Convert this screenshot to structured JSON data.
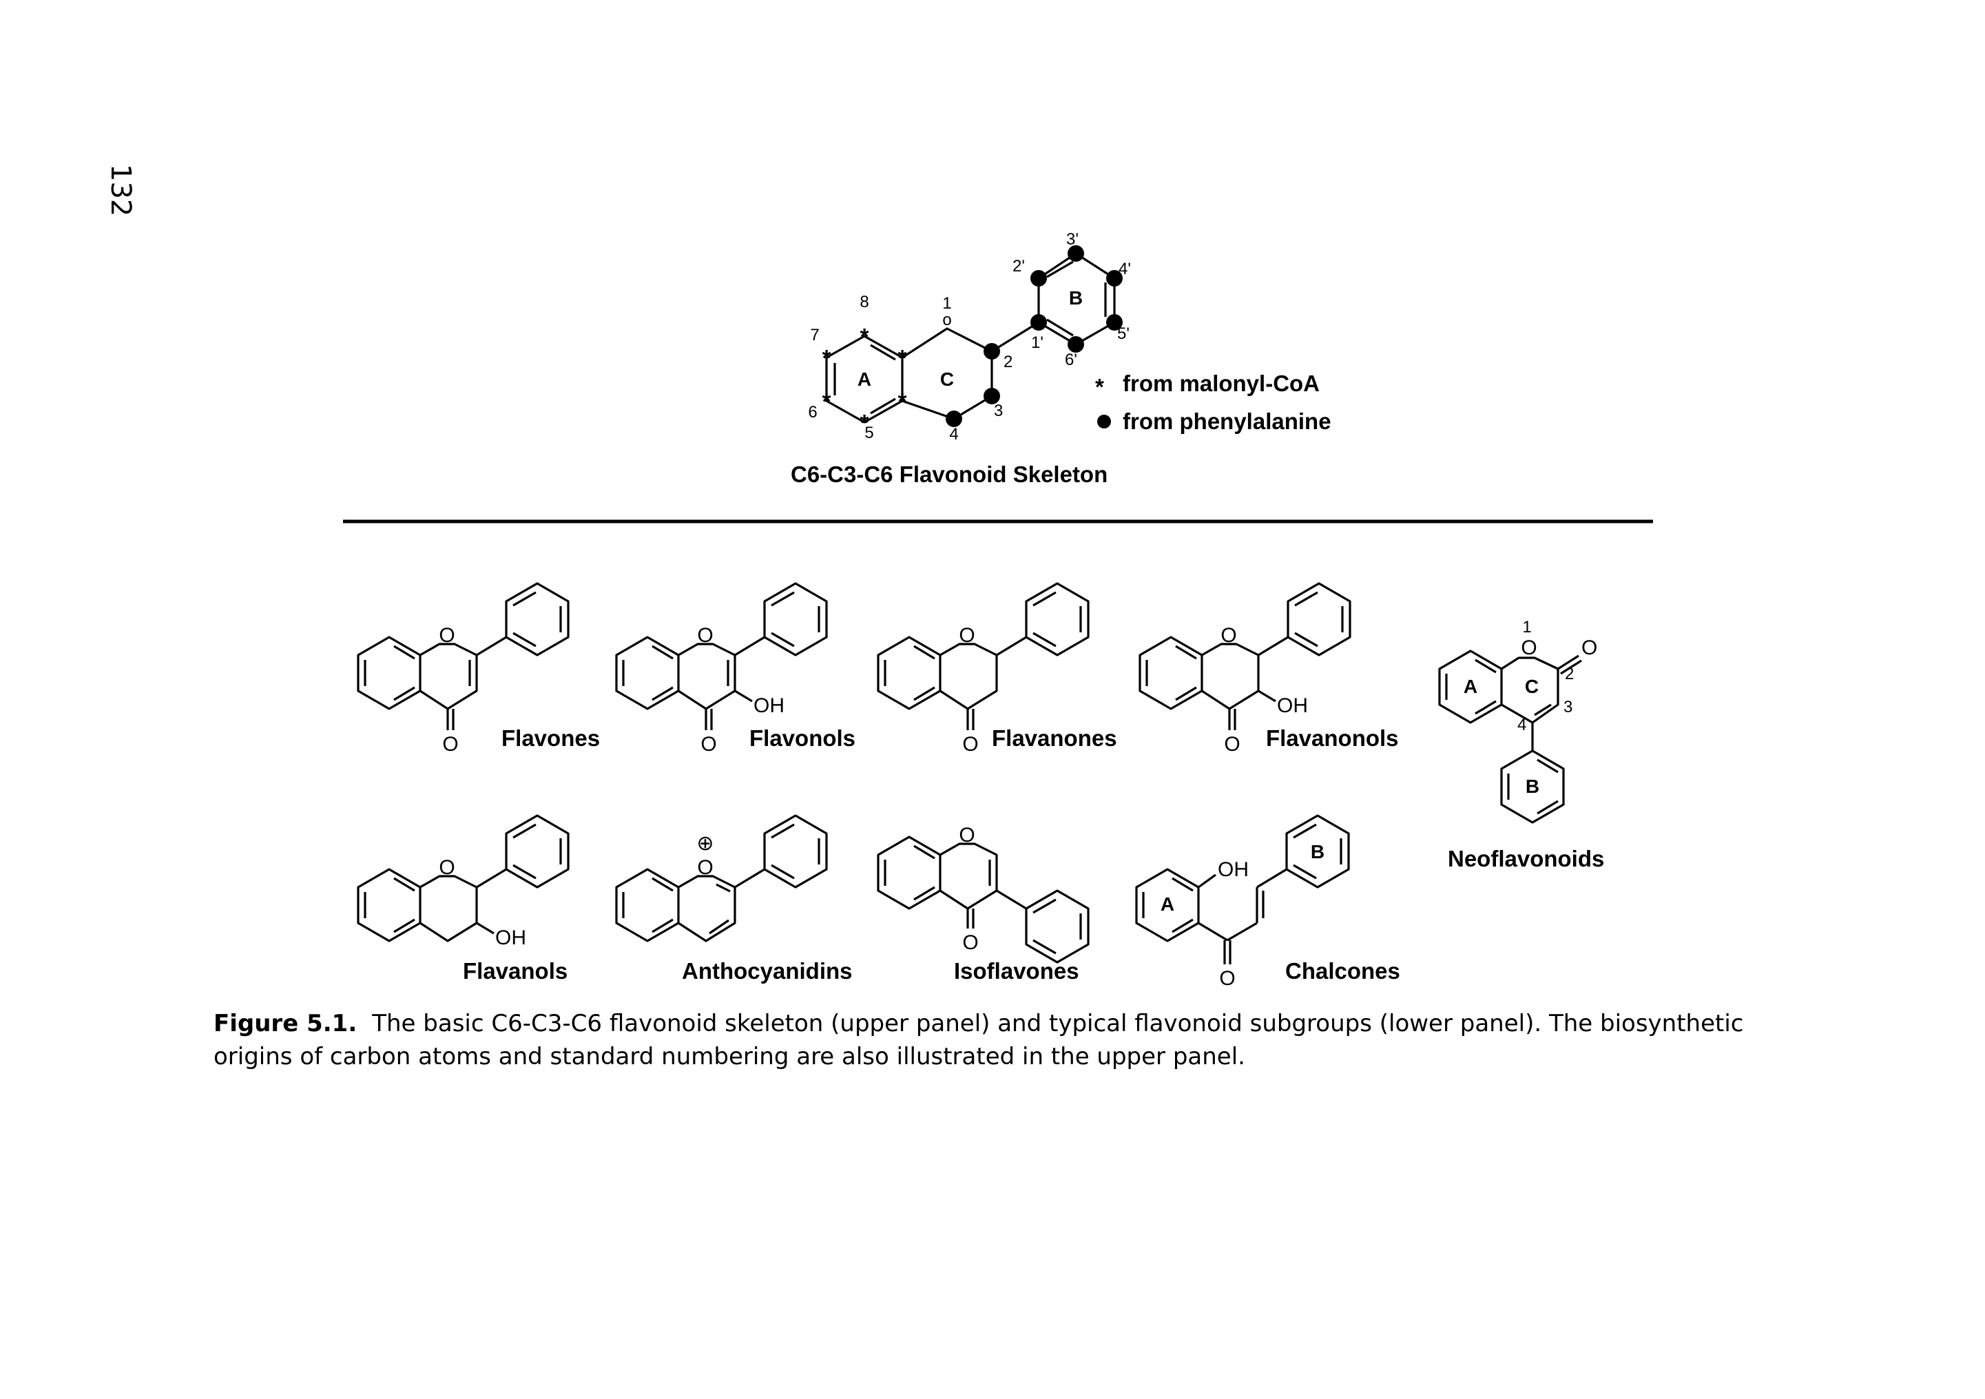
{
  "page": {
    "number": "132"
  },
  "upper_panel": {
    "title": "C6-C3-C6 Flavonoid Skeleton",
    "legend": [
      {
        "symbol": "*",
        "text": "from malonyl-CoA"
      },
      {
        "symbol": "●",
        "text": "from phenylalanine"
      }
    ],
    "ring_labels": [
      "A",
      "C",
      "B"
    ],
    "atom_label": "o",
    "numbering": [
      "1",
      "2",
      "3",
      "4",
      "5",
      "6",
      "7",
      "8",
      "1'",
      "2'",
      "3'",
      "4'",
      "5'",
      "6'"
    ]
  },
  "lower_panel": {
    "subgroups": [
      "Flavones",
      "Flavonols",
      "Flavanones",
      "Flavanonols",
      "Neoflavonoids",
      "Flavanols",
      "Anthocyanidins",
      "Isoflavones",
      "Chalcones"
    ],
    "atoms": {
      "O": "O",
      "OH": "OH",
      "plus": "⊕"
    },
    "neoflavonoid_numbers": [
      "1",
      "2",
      "3",
      "4"
    ],
    "ring_labels": [
      "A",
      "B",
      "C"
    ]
  },
  "caption": {
    "label": "Figure 5.1.",
    "text": "The basic C6-C3-C6 flavonoid skeleton (upper panel) and typical flavonoid subgroups (lower panel). The biosynthetic origins of carbon atoms and standard numbering are also illustrated in the upper panel."
  }
}
